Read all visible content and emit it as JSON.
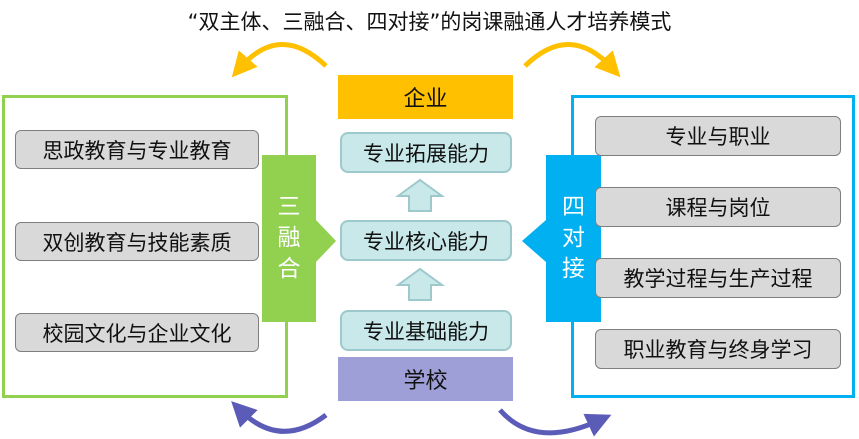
{
  "title": "“双主体、三融合、四对接”的岗课融通人才培养模式",
  "left": {
    "label_chars": [
      "三",
      "融",
      "合"
    ],
    "items": [
      "思政教育与专业教育",
      "双创教育与技能素质",
      "校园文化与企业文化"
    ]
  },
  "center": {
    "top": "企业",
    "bottom": "学校",
    "levels": [
      "专业拓展能力",
      "专业核心能力",
      "专业基础能力"
    ]
  },
  "right": {
    "label_chars": [
      "四",
      "对",
      "接"
    ],
    "items": [
      "专业与职业",
      "课程与岗位",
      "教学过程与生产过程",
      "职业教育与终身学习"
    ]
  },
  "colors": {
    "green": "#92d050",
    "blue": "#00b0f0",
    "enterprise": "#ffc000",
    "school": "#9f9fd8",
    "ability_fill": "#c9e8ea",
    "item_fill": "#d9d9d9"
  }
}
